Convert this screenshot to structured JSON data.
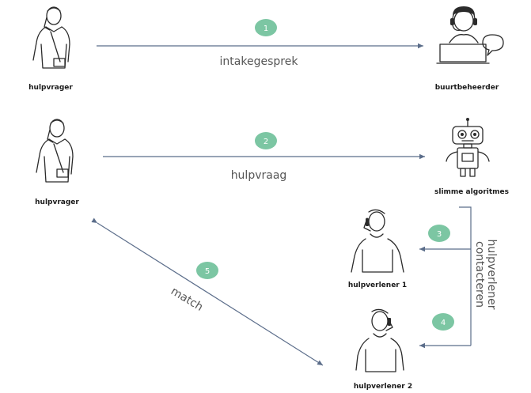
{
  "colors": {
    "badge": "#7cc6a3",
    "arrow": "#5b6d8a",
    "ink": "#2b2b2b",
    "label": "#555555"
  },
  "actors": {
    "hulpvrager_top": {
      "label": "hulpvrager",
      "icon": "man-on-phone-icon"
    },
    "buurtbeheerder": {
      "label": "buurtbeheerder",
      "icon": "operator-with-headset-icon"
    },
    "hulpvrager_mid": {
      "label": "hulpvrager",
      "icon": "man-on-phone-icon"
    },
    "slimme_algoritmes": {
      "label": "slimme algoritmes",
      "icon": "robot-icon"
    },
    "hulpverlener_1": {
      "label": "hulpverlener 1",
      "icon": "person-on-phone-icon"
    },
    "hulpverlener_2": {
      "label": "hulpverlener 2",
      "icon": "person-on-phone-icon"
    }
  },
  "steps": [
    {
      "number": "1",
      "label": "intakegesprek"
    },
    {
      "number": "2",
      "label": "hulpvraag"
    },
    {
      "number": "3",
      "label": ""
    },
    {
      "number": "4",
      "label": ""
    },
    {
      "number": "5",
      "label": "match"
    }
  ],
  "side_label": {
    "line1": "hulpverlener",
    "line2": "contacteren"
  }
}
